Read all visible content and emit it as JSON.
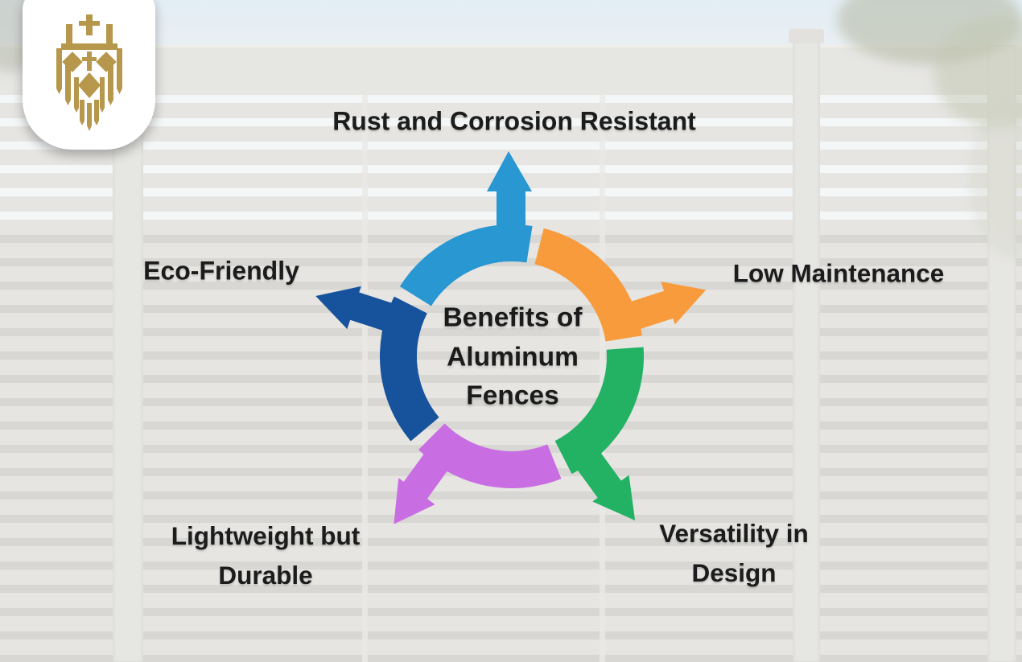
{
  "infographic": {
    "center": {
      "line1": "Benefits of",
      "line2": "Aluminum",
      "line3": "Fences"
    },
    "benefits": [
      {
        "id": "rust-corrosion",
        "position": "top",
        "color": "#2897D2",
        "lines": [
          "Rust and Corrosion Resistant"
        ]
      },
      {
        "id": "low-maintenance",
        "position": "right",
        "color": "#F89B3D",
        "lines": [
          "Low Maintenance"
        ]
      },
      {
        "id": "versatility",
        "position": "bottom-right",
        "color": "#23B163",
        "lines": [
          "Versatility in",
          "Design"
        ]
      },
      {
        "id": "lightweight-durable",
        "position": "bottom-left",
        "color": "#C96EE2",
        "lines": [
          "Lightweight but",
          "Durable"
        ]
      },
      {
        "id": "eco-friendly",
        "position": "left",
        "color": "#17529C",
        "lines": [
          "Eco-Friendly"
        ]
      }
    ],
    "logo": {
      "description": "gold crown lion crest",
      "gold": "#B6974B",
      "badge_bg": "#ffffff"
    },
    "text_color": "#1c1c1c"
  }
}
